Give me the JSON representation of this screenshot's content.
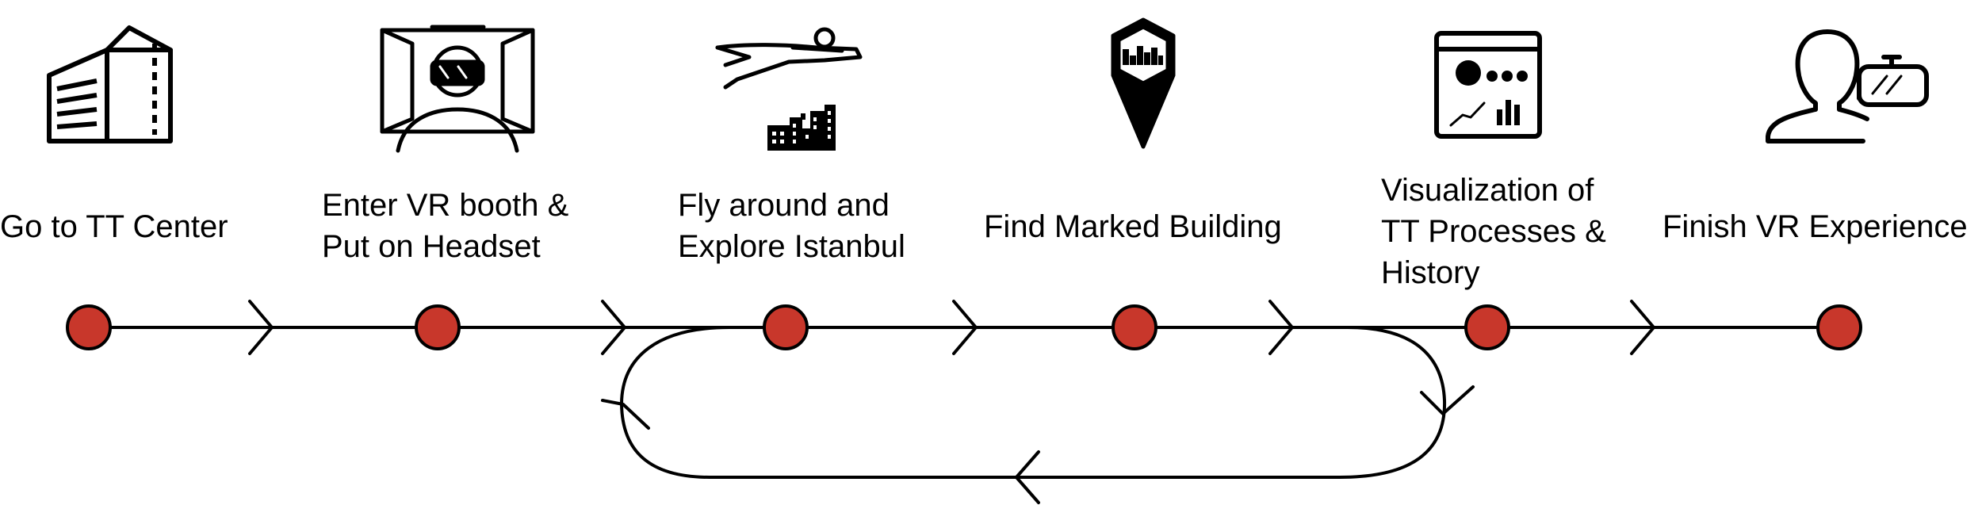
{
  "steps": [
    {
      "label_lines": [
        "Go to TT Center"
      ],
      "icon": "office-building-icon"
    },
    {
      "label_lines": [
        "Enter VR booth &",
        "Put on Headset"
      ],
      "icon": "vr-booth-headset-icon"
    },
    {
      "label_lines": [
        "Fly around and",
        "Explore Istanbul"
      ],
      "icon": "flying-person-city-icon"
    },
    {
      "label_lines": [
        "Find Marked Building"
      ],
      "icon": "map-marker-building-icon"
    },
    {
      "label_lines": [
        "Visualization of",
        "TT Processes &",
        "History"
      ],
      "icon": "data-dashboard-icon"
    },
    {
      "label_lines": [
        "Finish VR Experience"
      ],
      "icon": "user-vr-headset-icon"
    }
  ],
  "colors": {
    "node_fill": "#c8372b",
    "stroke": "#000000",
    "background": "#ffffff"
  }
}
